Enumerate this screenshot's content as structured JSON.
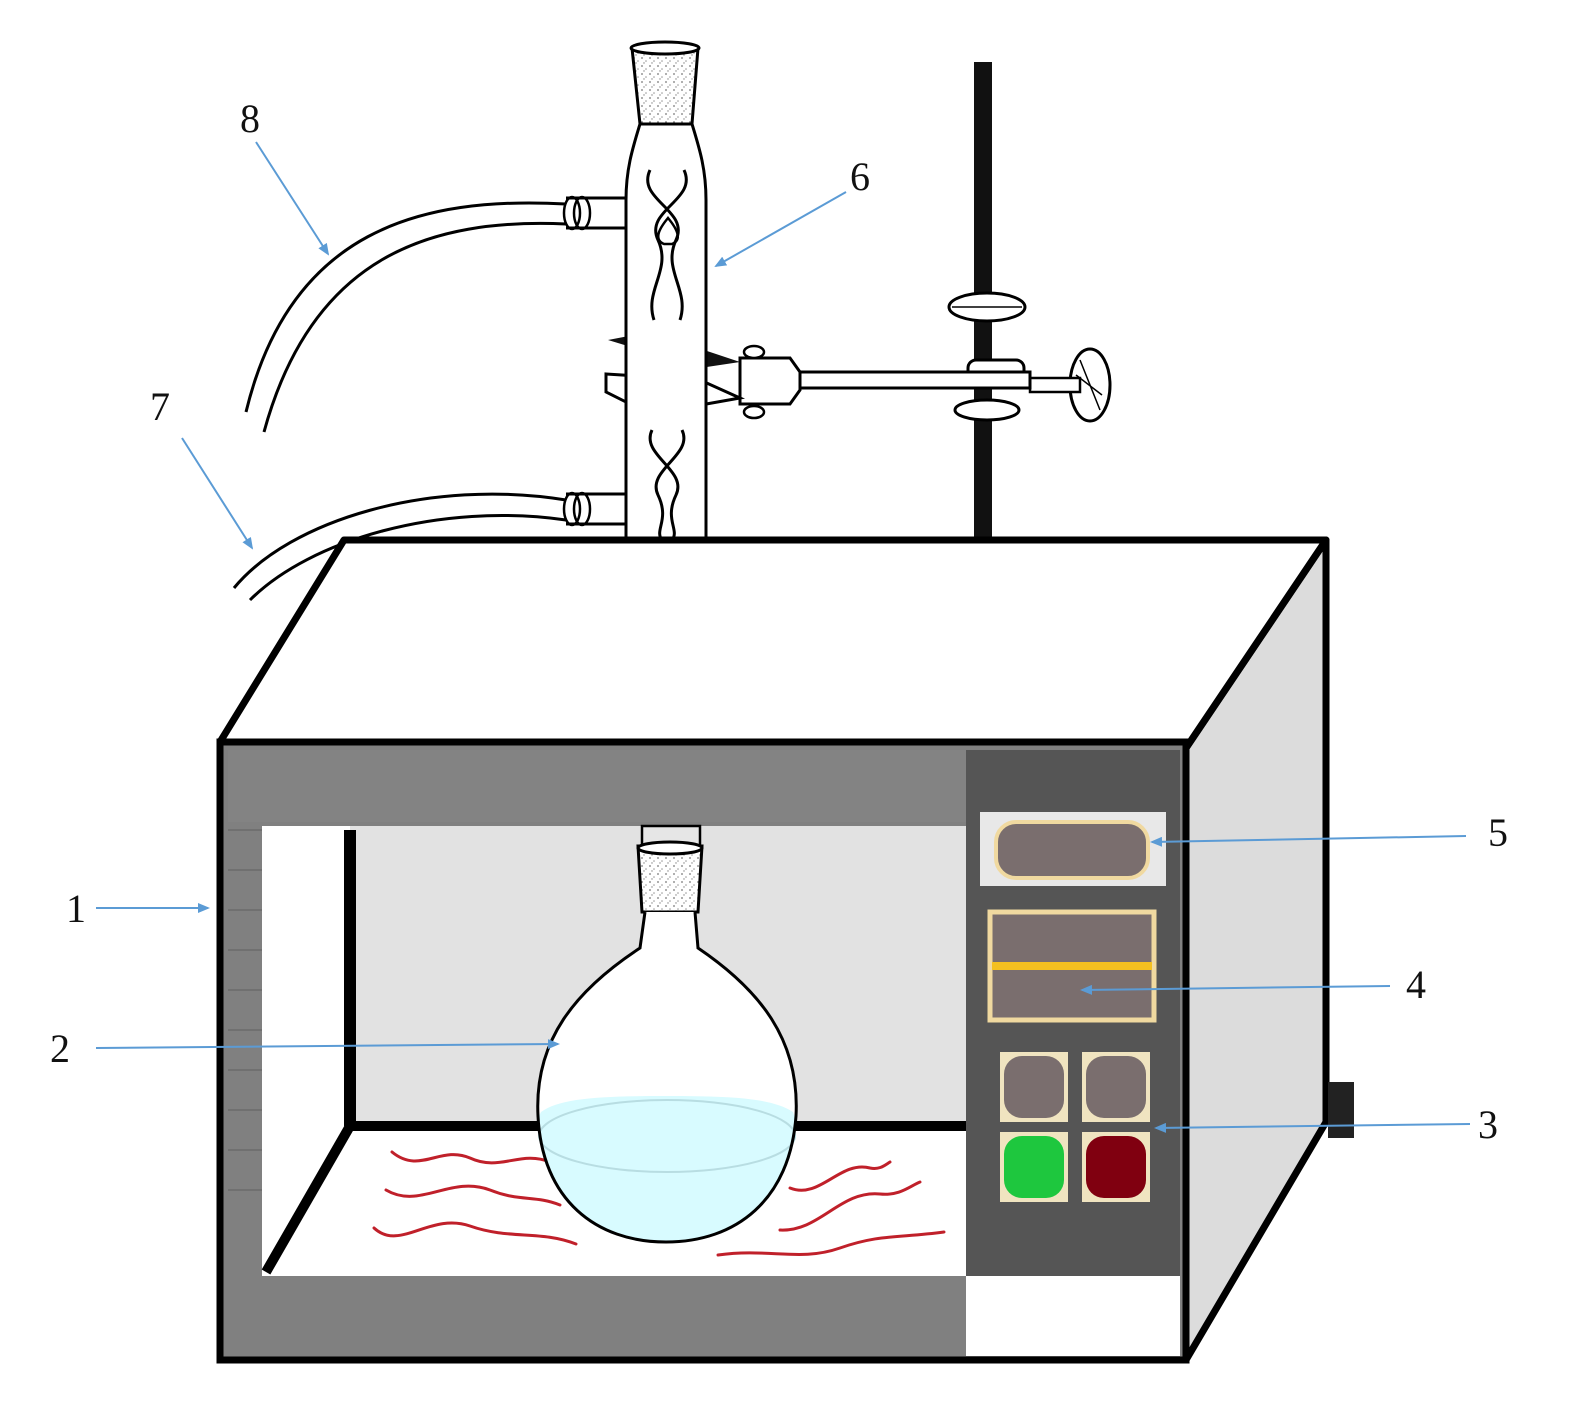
{
  "callouts": [
    {
      "id": "1",
      "label": "1"
    },
    {
      "id": "2",
      "label": "2"
    },
    {
      "id": "3",
      "label": "3"
    },
    {
      "id": "4",
      "label": "4"
    },
    {
      "id": "5",
      "label": "5"
    },
    {
      "id": "6",
      "label": "6"
    },
    {
      "id": "7",
      "label": "7"
    },
    {
      "id": "8",
      "label": "8"
    }
  ],
  "colors": {
    "outline": "#000000",
    "cavity_frame": "#808080",
    "cavity_back": "#e2e2e2",
    "control_panel": "#555555",
    "side_panel": "#dcdcdc",
    "display_fill": "#7a6e6e",
    "display_border": "#f0d9a0",
    "timer_bar": "#f4c020",
    "button_gray": "#7a6e6e",
    "button_start": "#1ec73e",
    "button_stop": "#800010",
    "liquid": "#d8fbff",
    "heat_waves": "#c0202a",
    "arrow": "#5b9bd5"
  }
}
